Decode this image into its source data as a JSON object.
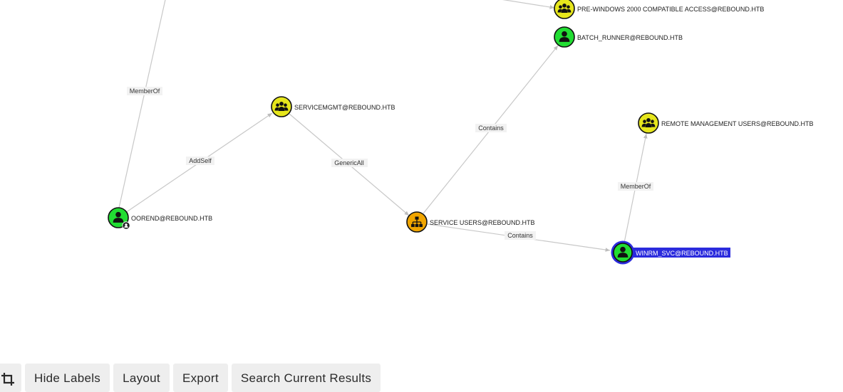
{
  "graph": {
    "nodes": [
      {
        "id": "prewin",
        "label": "PRE-WINDOWS 2000 COMPATIBLE ACCESS@REBOUND.HTB",
        "kind": "group"
      },
      {
        "id": "batch",
        "label": "BATCH_RUNNER@REBOUND.HTB",
        "kind": "user"
      },
      {
        "id": "svcmgmt",
        "label": "SERVICEMGMT@REBOUND.HTB",
        "kind": "group"
      },
      {
        "id": "remote",
        "label": "REMOTE MANAGEMENT USERS@REBOUND.HTB",
        "kind": "group"
      },
      {
        "id": "oorend",
        "label": "OOREND@REBOUND.HTB",
        "kind": "user"
      },
      {
        "id": "svcusers",
        "label": "SERVICE USERS@REBOUND.HTB",
        "kind": "ou"
      },
      {
        "id": "winrm",
        "label": "WINRM_SVC@REBOUND.HTB",
        "kind": "user",
        "selected": true
      }
    ],
    "edges": [
      {
        "id": "e-memberof-1",
        "label": "MemberOf"
      },
      {
        "id": "e-addself",
        "label": "AddSelf"
      },
      {
        "id": "e-genericall",
        "label": "GenericAll"
      },
      {
        "id": "e-contains-1",
        "label": "Contains"
      },
      {
        "id": "e-contains-2",
        "label": "Contains"
      },
      {
        "id": "e-memberof-2",
        "label": "MemberOf"
      }
    ],
    "colors": {
      "user_node": "#22dd33",
      "group_node": "#e6e61c",
      "ou_node": "#f0a500",
      "selected_highlight": "#2b2bdd",
      "edge": "#c8c8c8"
    }
  },
  "toolbar": {
    "crop_icon": "crop-icon",
    "hide_labels": "Hide Labels",
    "layout": "Layout",
    "export": "Export",
    "search_current_results": "Search Current Results"
  }
}
